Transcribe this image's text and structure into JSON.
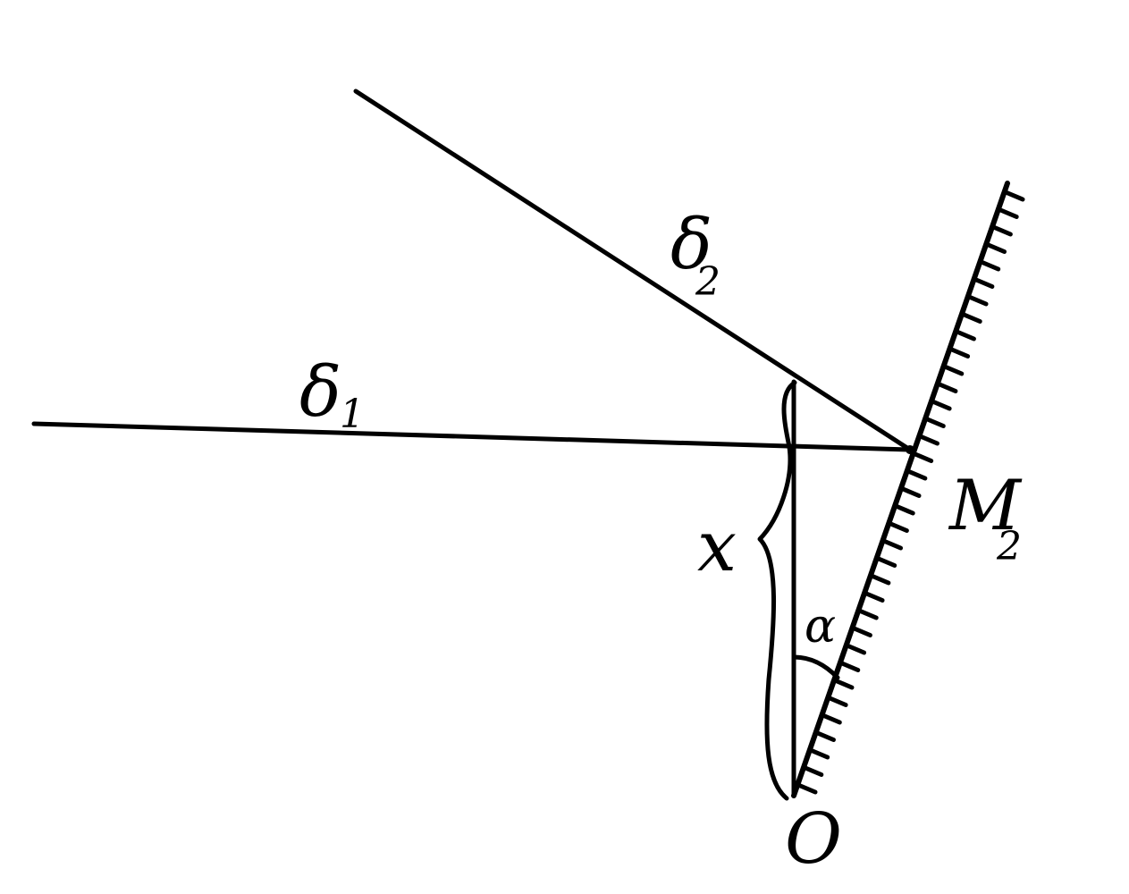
{
  "labels": {
    "delta1": {
      "main": "δ",
      "sub": "1"
    },
    "delta2": {
      "main": "δ",
      "sub": "2"
    },
    "mirror": {
      "main": "M",
      "sub": "2"
    },
    "x": "x",
    "alpha": "α",
    "origin": "O"
  },
  "colors": {
    "ink": "#000000",
    "background": "#ffffff"
  }
}
